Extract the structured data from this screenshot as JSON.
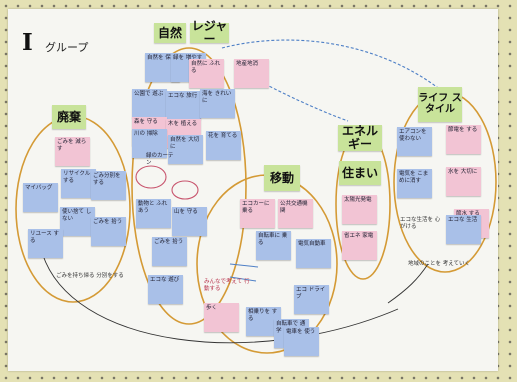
{
  "board": {
    "title": "I",
    "subtitle": "グループ"
  },
  "labels": {
    "shizen": "自然",
    "leisure": "レジャー",
    "haiki": "廃棄",
    "ido": "移動",
    "energy": "エネルギー",
    "sumai": "住まい",
    "lifestyle": "ライフ スタイル"
  },
  "notes": {
    "n01": "自然を 保存",
    "n02": "緑を 増やす",
    "n03": "自然に ふれる",
    "n04": "地産地消",
    "n05": "公園で 遊ぶ",
    "n06": "エコな 旅行",
    "n07": "海を きれいに",
    "n08": "森を 守る",
    "n09": "木を 植える",
    "n10": "川の 掃除",
    "n11": "自然を 大切に",
    "n12": "花を 育てる",
    "n13": "動物と ふれあう",
    "n14": "山を 守る",
    "n15": "ごみを 拾う",
    "n16": "エコな 遊び",
    "n17": "緑のカーテン",
    "n18": "ごみを 減らす",
    "n19": "リサイクル する",
    "n20": "ごみ分別を する",
    "n21": "マイバッグ",
    "n22": "使い捨て しない",
    "n23": "ごみを 拾う",
    "n24": "リユース する",
    "n25": "エコカーに 乗る",
    "n26": "公共交通機関",
    "n27": "自転車に 乗る",
    "n28": "電気自動車",
    "n29": "歩く",
    "n30": "相乗りを する",
    "n31": "エコ ドライブ",
    "n32": "自転車で 通学",
    "n33": "電車を 使う",
    "n34": "太陽光発電",
    "n35": "省エネ 家電",
    "n36": "エアコンを 使わない",
    "n37": "節電を する",
    "n38": "電気を こまめに消す",
    "n39": "水を 大切に",
    "n40": "節水 する",
    "n41": "エコな 生活"
  },
  "scribbles": {
    "s1": "ごみを持ち帰る 分別をする",
    "s2": "みんなで考えて 行動する",
    "s3": "地域のことを 考えていく",
    "s4": "エコな生活を 心がける"
  }
}
